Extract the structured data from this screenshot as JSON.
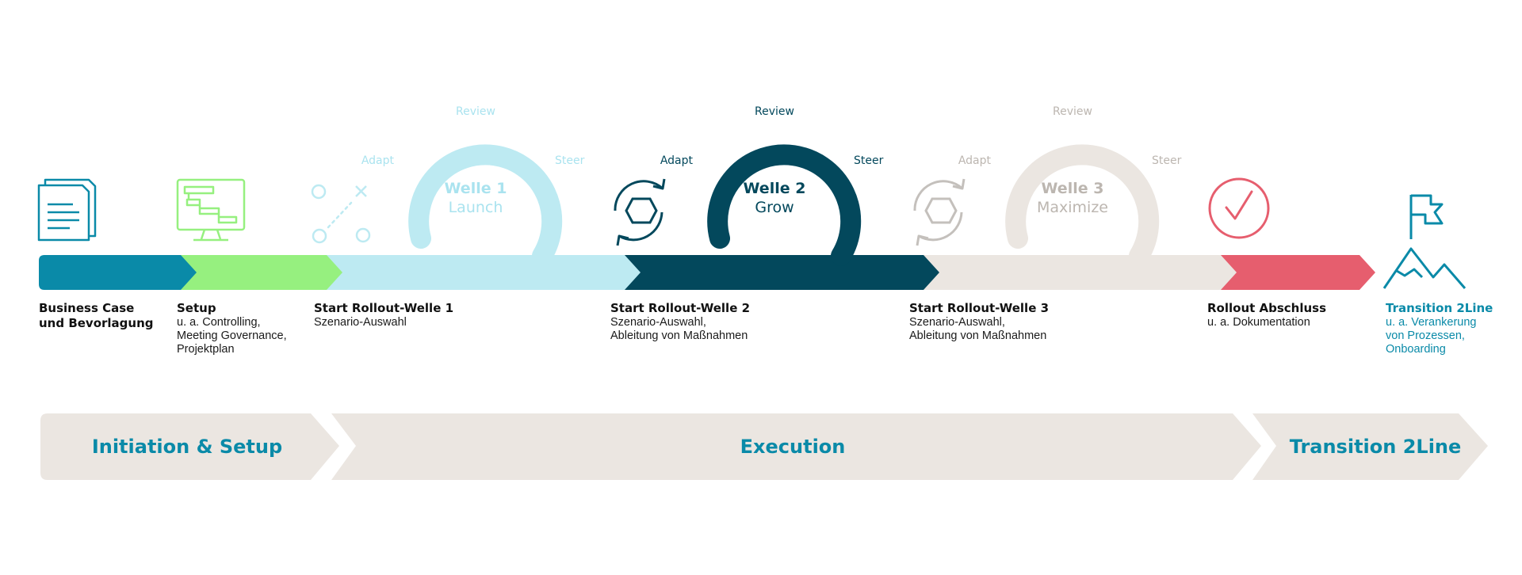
{
  "colors": {
    "business": "#0a8aa8",
    "setup": "#96f07f",
    "wave1": "#bdeaf2",
    "wave2": "#03485c",
    "wave3": "#ebe6e1",
    "closing": "#e65e6e",
    "transition": "#0a8aa8",
    "phase_bg": "#ebe6e1",
    "wave1_text": "#aae3ef",
    "wave3_text": "#bcb6b0",
    "wave3_icon": "#c4c0bc"
  },
  "waves": [
    {
      "title": "Welle 1",
      "subtitle": "Launch",
      "review": "Review",
      "adapt": "Adapt",
      "steer": "Steer"
    },
    {
      "title": "Welle 2",
      "subtitle": "Grow",
      "review": "Review",
      "adapt": "Adapt",
      "steer": "Steer"
    },
    {
      "title": "Welle 3",
      "subtitle": "Maximize",
      "review": "Review",
      "adapt": "Adapt",
      "steer": "Steer"
    }
  ],
  "milestones": [
    {
      "title": "Business Case\nund Bevorlagung",
      "desc": "",
      "icon": "documents-icon"
    },
    {
      "title": "Setup",
      "desc": "u. a. Controlling,\nMeeting Governance,\nProjektplan",
      "icon": "gantt-monitor-icon"
    },
    {
      "title": "Start Rollout-Welle 1",
      "desc": "Szenario-Auswahl",
      "icon": "strategy-play-icon"
    },
    {
      "title": "Start Rollout-Welle 2",
      "desc": "Szenario-Auswahl,\nAbleitung von Maßnahmen",
      "icon": "cycle-hexagon-icon"
    },
    {
      "title": "Start Rollout-Welle 3",
      "desc": "Szenario-Auswahl,\nAbleitung von Maßnahmen",
      "icon": "cycle-hexagon-icon"
    },
    {
      "title": "Rollout Abschluss",
      "desc": "u. a. Dokumentation",
      "icon": "checkmark-circle-icon"
    },
    {
      "title": "Transition 2Line",
      "desc": "u. a. Verankerung\nvon Prozessen,\nOnboarding",
      "icon": "flag-mountain-icon"
    }
  ],
  "phases": [
    {
      "label": "Initiation & Setup"
    },
    {
      "label": "Execution"
    },
    {
      "label": "Transition 2Line"
    }
  ]
}
